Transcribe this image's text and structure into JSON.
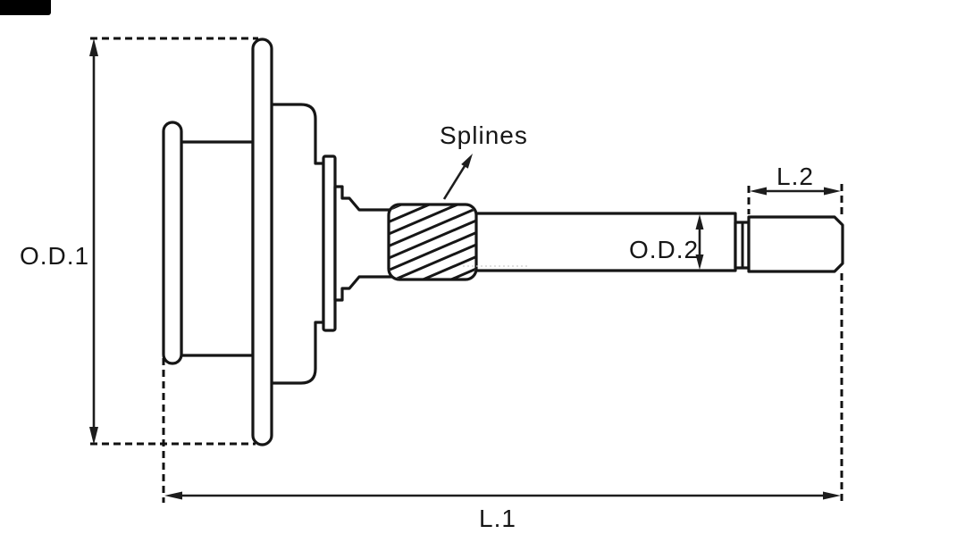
{
  "labels": {
    "od1": "O.D.1",
    "od2": "O.D.2",
    "l1": "L.1",
    "l2": "L.2",
    "splines": "Splines"
  },
  "colors": {
    "background": "#ffffff",
    "line": "#161616",
    "dimension_line": "#1d1d1d",
    "logo_block": "#000000"
  }
}
